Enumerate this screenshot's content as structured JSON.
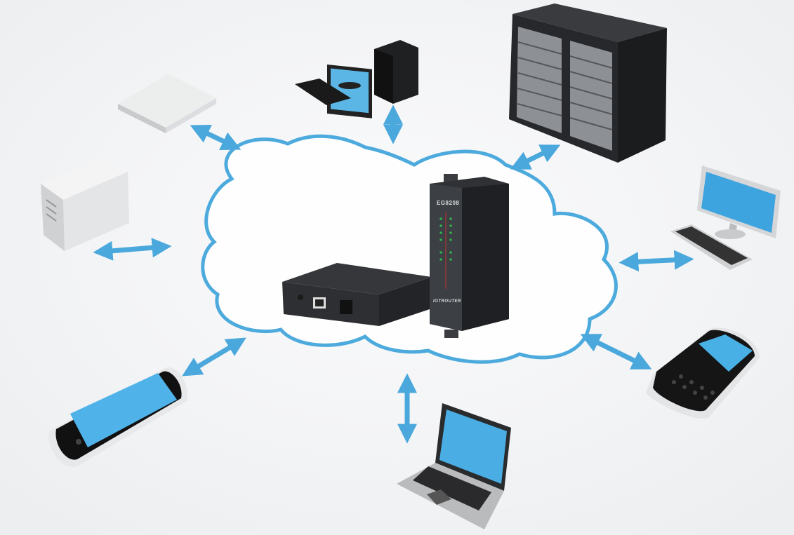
{
  "gateway": {
    "model": "EG8208",
    "brand": "IOTROUTER"
  },
  "colors": {
    "cloud": "#4aa9dd",
    "arrow": "#4aa8dc",
    "screen": "#5bb6e6",
    "device_dark": "#2b2d30",
    "device_light": "#e3e4e6"
  },
  "nodes": [
    "set-top-box",
    "wall-router",
    "desktop-pc",
    "server-rack",
    "monitor-keyboard",
    "smartphone-qwerty",
    "laptop",
    "touch-smartphone"
  ]
}
